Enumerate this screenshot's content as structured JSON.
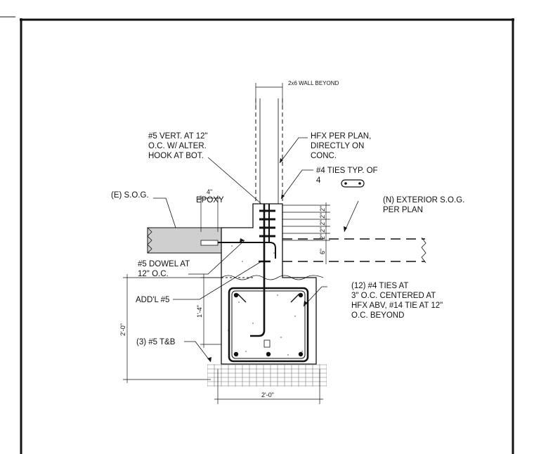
{
  "annotations": {
    "wall_beyond": "2x6 WALL BEYOND",
    "hfx": [
      "HFX PER PLAN,",
      "DIRECTLY ON",
      "CONC."
    ],
    "vert": [
      "#5 VERT. AT 12\"",
      "O.C. W/ ALTER.",
      "HOOK AT BOT."
    ],
    "ties": [
      "#4 TIES TYP. OF",
      "4"
    ],
    "existing_sog": "(E) S.O.G.",
    "epoxy": "EPOXY",
    "epoxy_dim": "4\"",
    "new_sog": [
      "(N) EXTERIOR S.O.G.",
      "PER PLAN"
    ],
    "dowel": [
      "#5 DOWEL AT",
      "12\" O.C."
    ],
    "addl": "ADD'L #5",
    "ties12": [
      "(12) #4 TIES AT",
      "3\" O.C. CENTERED AT",
      "HFX ABV, #14 TIE AT 12\"",
      "O.C. BEYOND"
    ],
    "tb": "(3) #5 T&B"
  },
  "dimensions": {
    "tie_spacing": [
      "2\"",
      "2\"",
      "2\"",
      "2\"",
      "2\""
    ],
    "slab_thk": "6\"",
    "depth_1": "1'-4\"",
    "depth_2": "2'-0\"",
    "width": "2'-0\""
  }
}
